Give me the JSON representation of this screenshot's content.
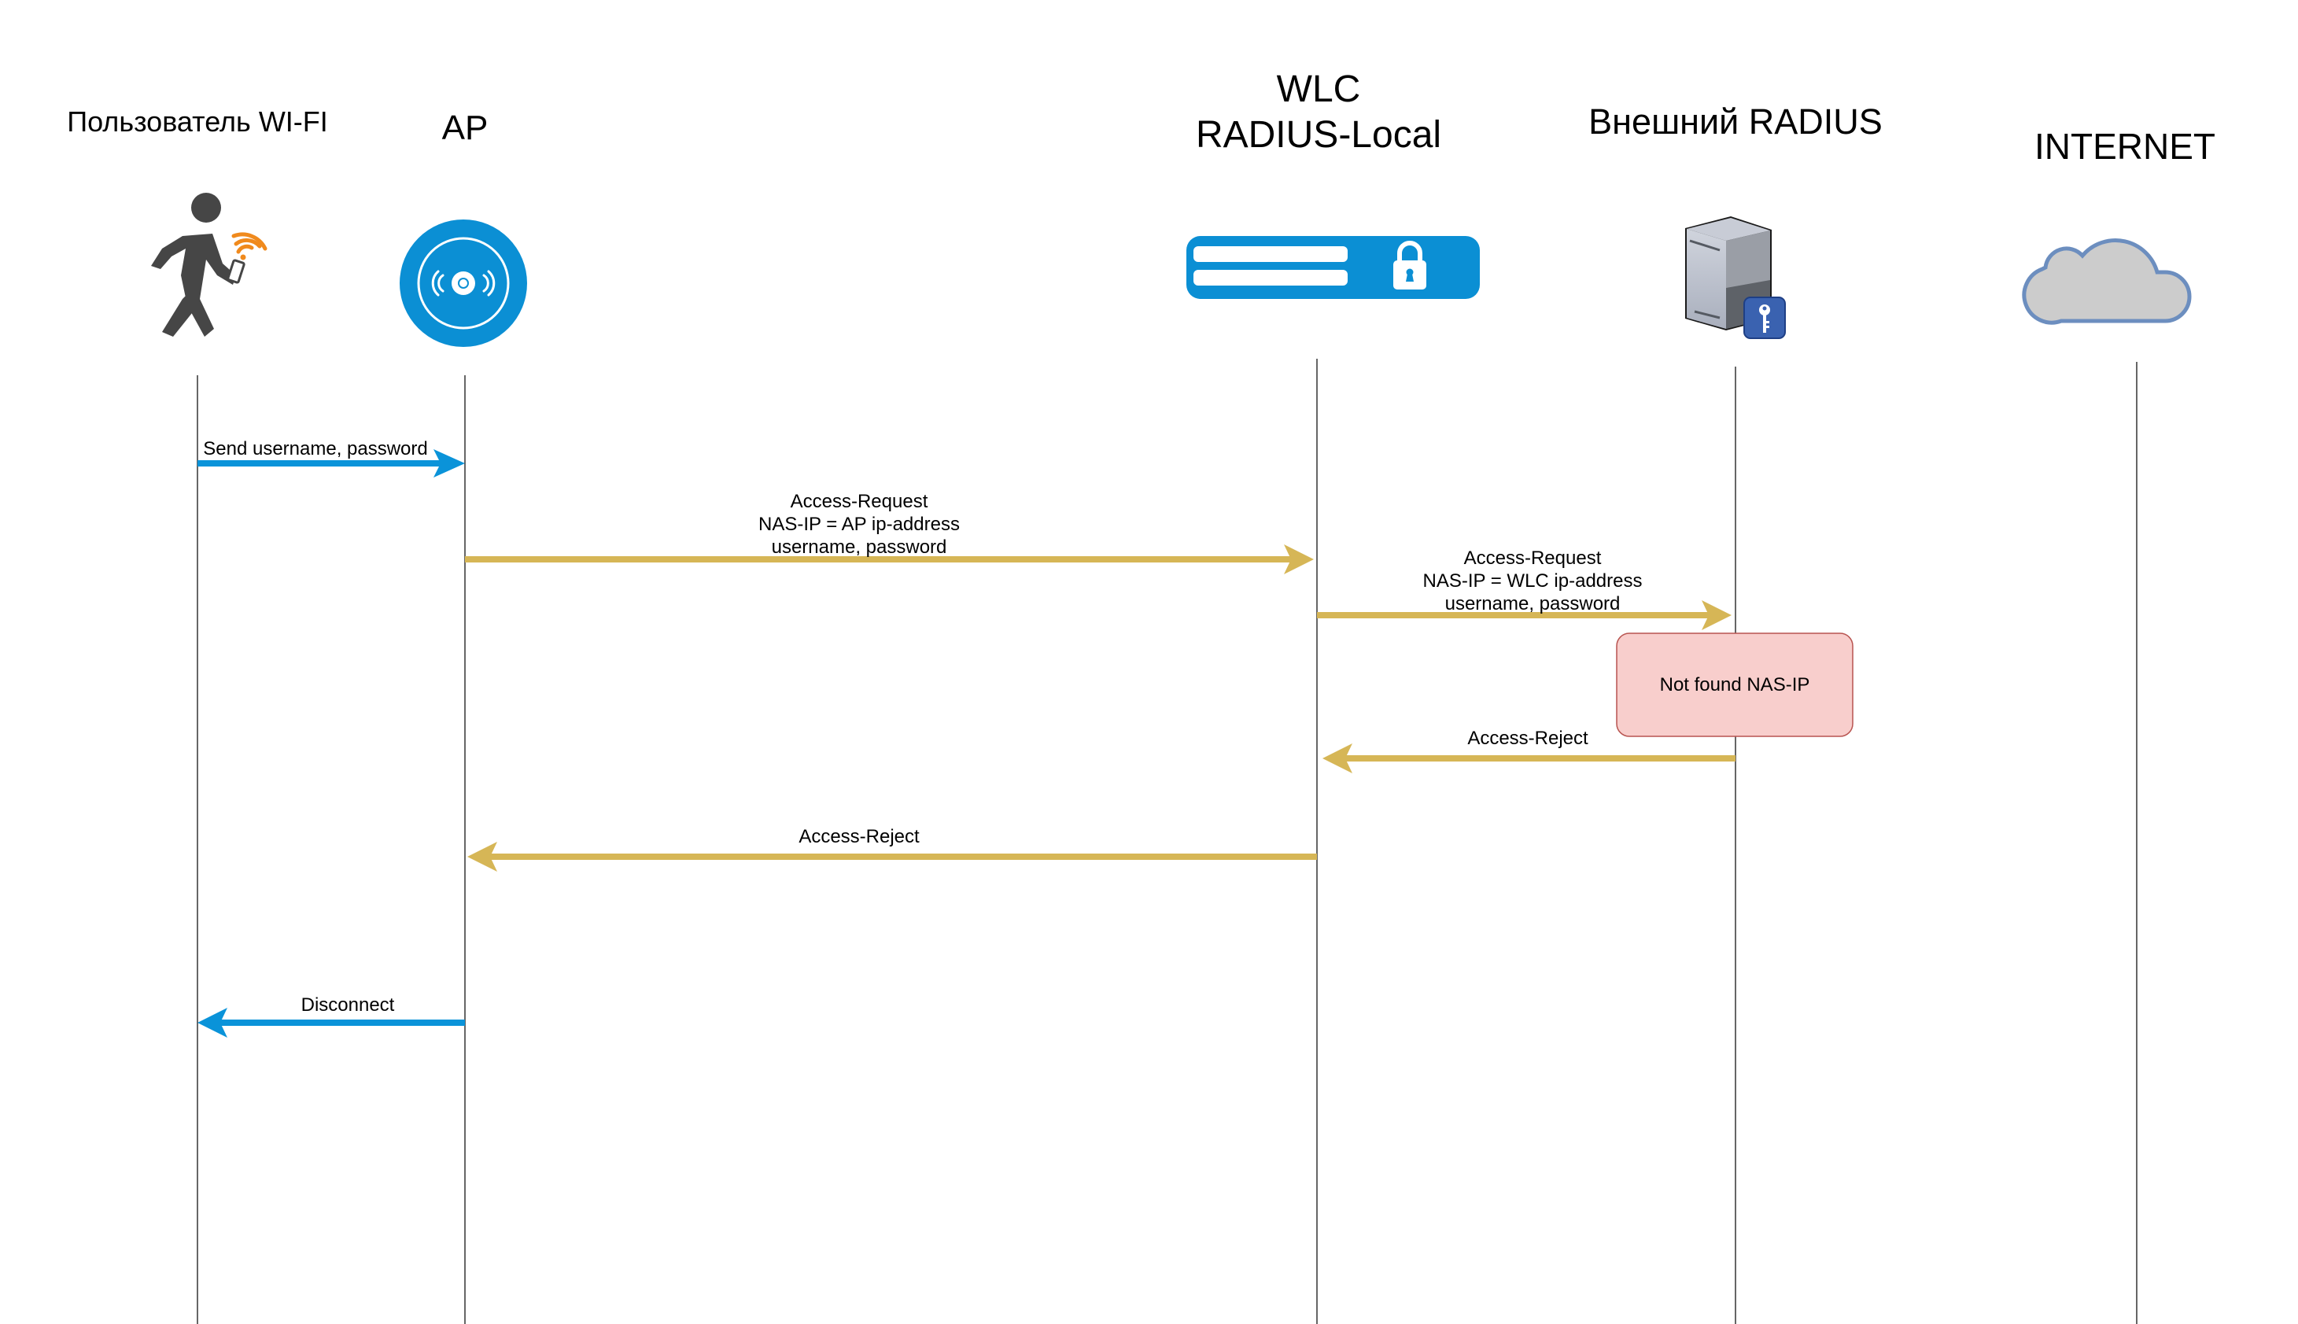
{
  "participants": [
    {
      "id": "user",
      "label_lines": [
        "Пользователь WI-FI"
      ],
      "icon": "walking-person-with-phone-wifi-icon"
    },
    {
      "id": "ap",
      "label_lines": [
        "AP"
      ],
      "icon": "access-point-icon"
    },
    {
      "id": "wlc",
      "label_lines": [
        "WLC",
        "RADIUS-Local"
      ],
      "icon": "wlc-lock-icon"
    },
    {
      "id": "radius",
      "label_lines": [
        "Внешний RADIUS"
      ],
      "icon": "server-key-icon"
    },
    {
      "id": "internet",
      "label_lines": [
        "INTERNET"
      ],
      "icon": "cloud-icon"
    }
  ],
  "messages": [
    {
      "from": "user",
      "to": "ap",
      "label_lines": [
        "Send username, password"
      ],
      "color": "#0a93d9"
    },
    {
      "from": "ap",
      "to": "wlc",
      "label_lines": [
        "Access-Request",
        "NAS-IP = AP ip-address",
        "username, password"
      ],
      "color": "#d6b656"
    },
    {
      "from": "wlc",
      "to": "radius",
      "label_lines": [
        "Access-Request",
        "NAS-IP = WLC ip-address",
        "username, password"
      ],
      "color": "#d6b656"
    },
    {
      "from": "radius",
      "to": "wlc",
      "label_lines": [
        "Access-Reject"
      ],
      "color": "#d6b656"
    },
    {
      "from": "wlc",
      "to": "ap",
      "label_lines": [
        "Access-Reject"
      ],
      "color": "#d6b656"
    },
    {
      "from": "ap",
      "to": "user",
      "label_lines": [
        "Disconnect"
      ],
      "color": "#0a93d9"
    }
  ],
  "notes": [
    {
      "on": "radius",
      "text": "Not found NAS-IP",
      "fill": "#f8cecc",
      "stroke": "#b85450"
    }
  ],
  "colors": {
    "ap_blue": "#0b8fd4",
    "person_gray": "#464646",
    "wifi_orange": "#f08a1d",
    "cloud_fill": "#cccccc",
    "cloud_stroke": "#6c8ebf",
    "key_badge": "#3a62b0"
  }
}
